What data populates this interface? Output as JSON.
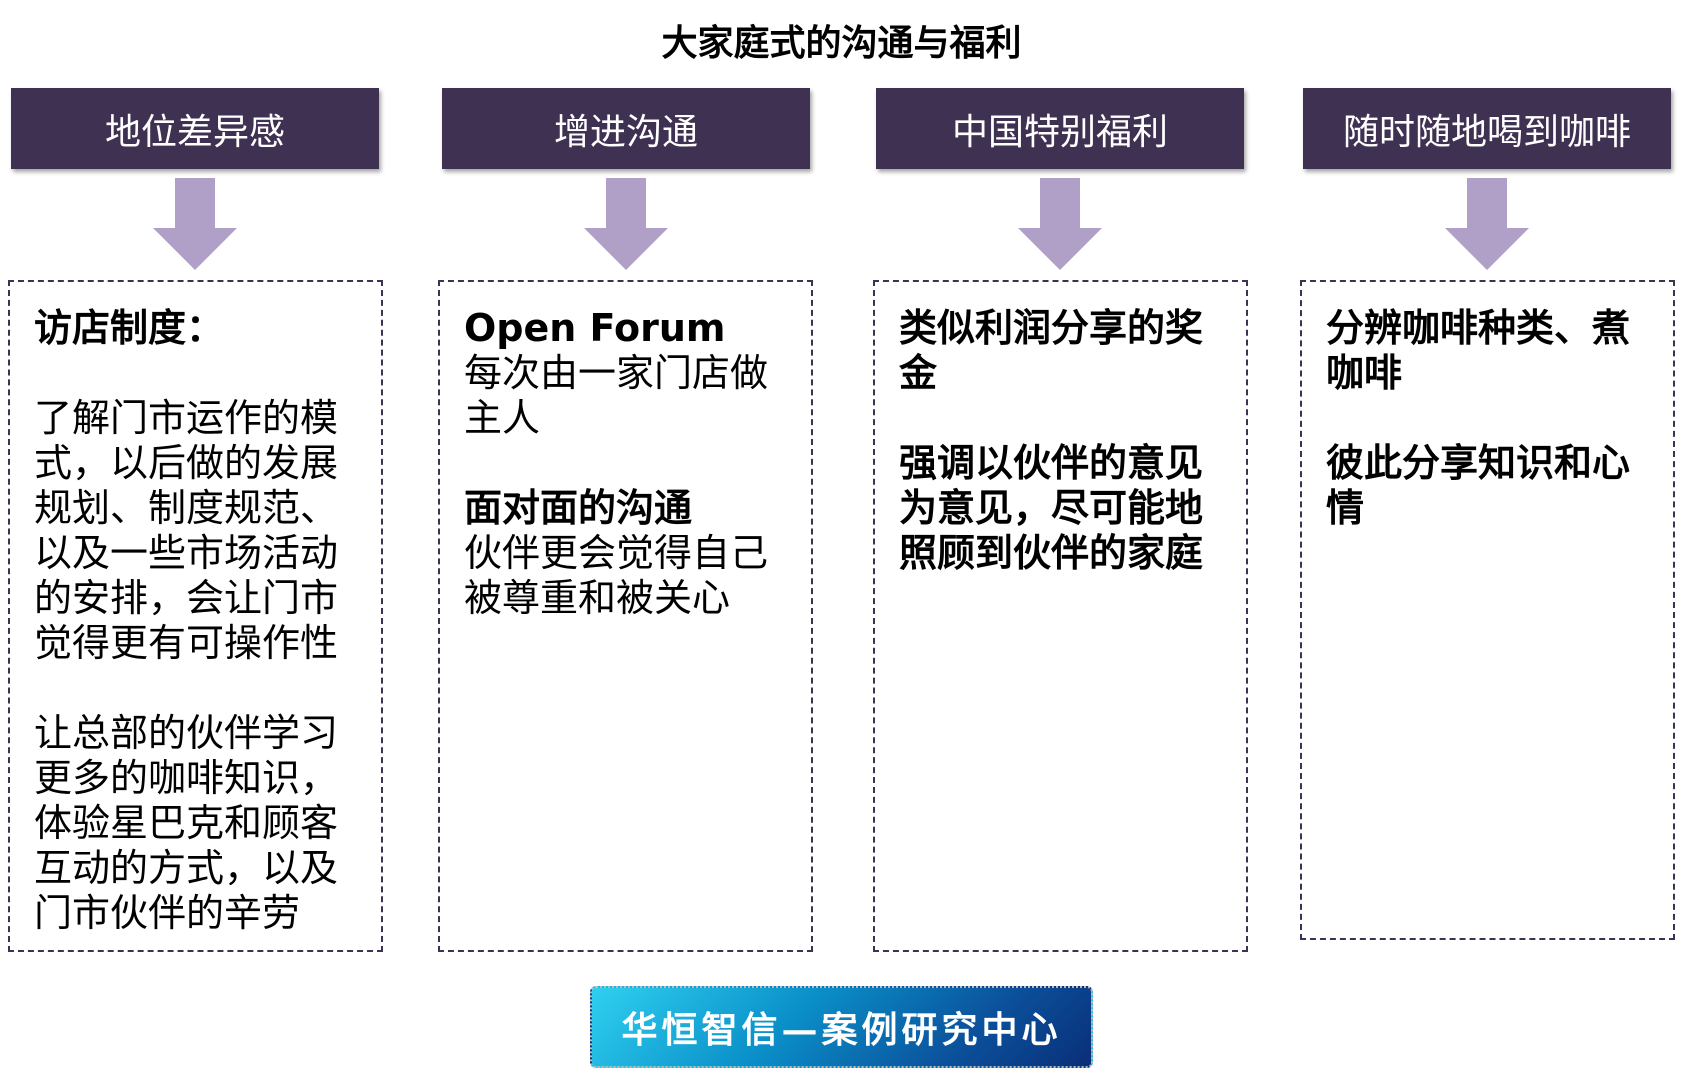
{
  "title": "大家庭式的沟通与福利",
  "columns": [
    {
      "header": "地位差异感",
      "paragraphs": [
        {
          "bold": "访店制度：",
          "text": ""
        },
        {
          "bold": "",
          "text": "了解门市运作的模式，以后做的发展规划、制度规范、以及一些市场活动的安排，会让门市觉得更有可操作性"
        },
        {
          "bold": "",
          "text": "让总部的伙伴学习更多的咖啡知识，体验星巴克和顾客互动的方式，以及门市伙伴的辛劳"
        }
      ]
    },
    {
      "header": "增进沟通",
      "paragraphs": [
        {
          "bold": "Open Forum",
          "text": "每次由一家门店做主人"
        },
        {
          "bold": "面对面的沟通",
          "text": "伙伴更会觉得自己被尊重和被关心"
        }
      ]
    },
    {
      "header": "中国特别福利",
      "paragraphs": [
        {
          "bold": "类似利润分享的奖金",
          "text": ""
        },
        {
          "bold": "强调以伙伴的意见为意见，尽可能地照顾到伙伴的家庭",
          "text": ""
        }
      ]
    },
    {
      "header": "随时随地喝到咖啡",
      "paragraphs": [
        {
          "bold": "分辨咖啡种类、煮咖啡",
          "text": ""
        },
        {
          "bold": "彼此分享知识和心情",
          "text": ""
        }
      ]
    }
  ],
  "logo": "华恒智信—案例研究中心",
  "colors": {
    "header": "#3f3151",
    "arrow": "#b0a0c8"
  }
}
